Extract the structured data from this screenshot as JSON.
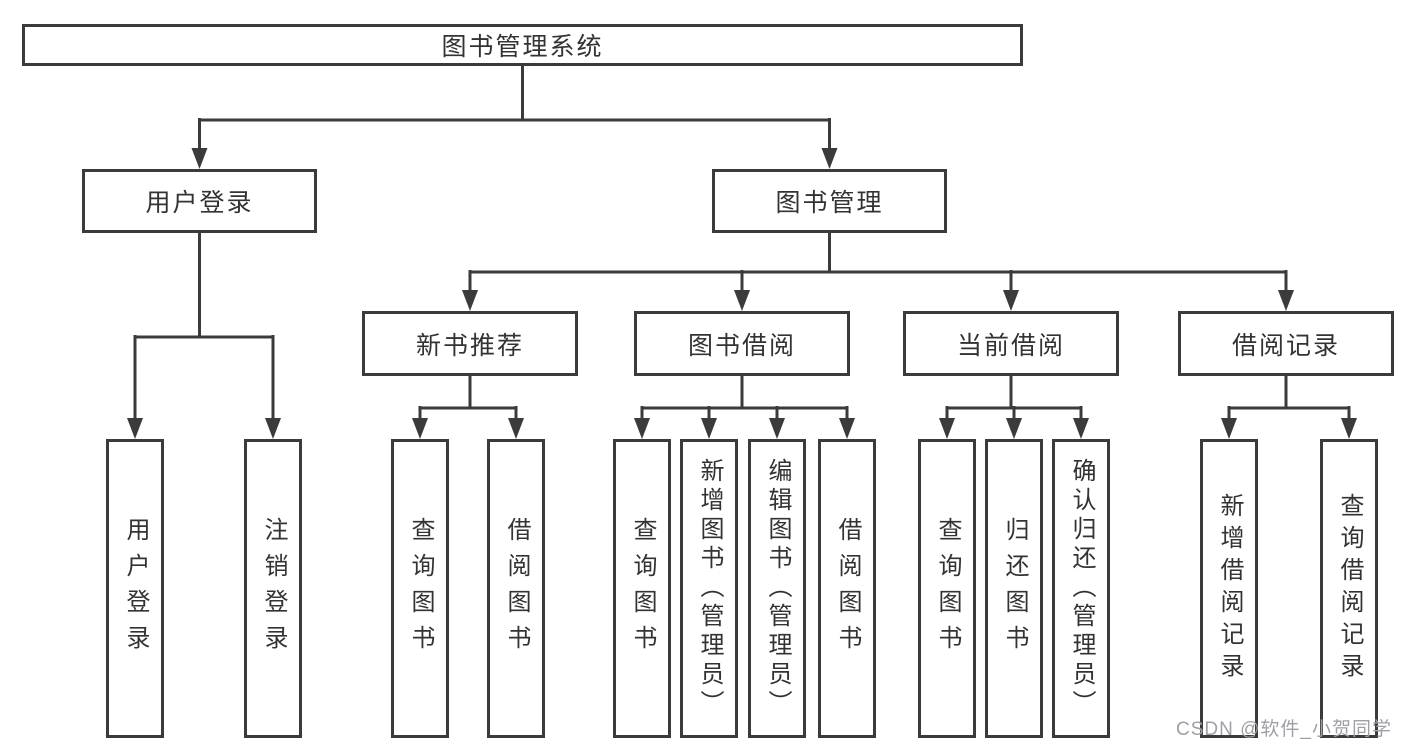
{
  "diagram": {
    "root": {
      "label": "图书管理系统"
    },
    "level2": [
      {
        "label": "用户登录"
      },
      {
        "label": "图书管理"
      }
    ],
    "level3": [
      {
        "label": "新书推荐"
      },
      {
        "label": "图书借阅"
      },
      {
        "label": "当前借阅"
      },
      {
        "label": "借阅记录"
      }
    ],
    "leaves": {
      "user_login": [
        {
          "label": "用户登录"
        },
        {
          "label": "注销登录"
        }
      ],
      "new_books": [
        {
          "label": "查询图书"
        },
        {
          "label": "借阅图书"
        }
      ],
      "book_borrow": [
        {
          "label": "查询图书"
        },
        {
          "label": "新增图书（管理员）"
        },
        {
          "label": "编辑图书（管理员）"
        },
        {
          "label": "借阅图书"
        }
      ],
      "current_borrow": [
        {
          "label": "查询图书"
        },
        {
          "label": "归还图书"
        },
        {
          "label": "确认归还（管理员）"
        }
      ],
      "borrow_records": [
        {
          "label": "新增借阅记录"
        },
        {
          "label": "查询借阅记录"
        }
      ]
    }
  },
  "watermark": {
    "text": "CSDN @软件_小贺同学"
  },
  "colors": {
    "line": "#3b3b3b",
    "text": "#333333",
    "watermark": "#9ea0a6",
    "background": "#ffffff"
  }
}
